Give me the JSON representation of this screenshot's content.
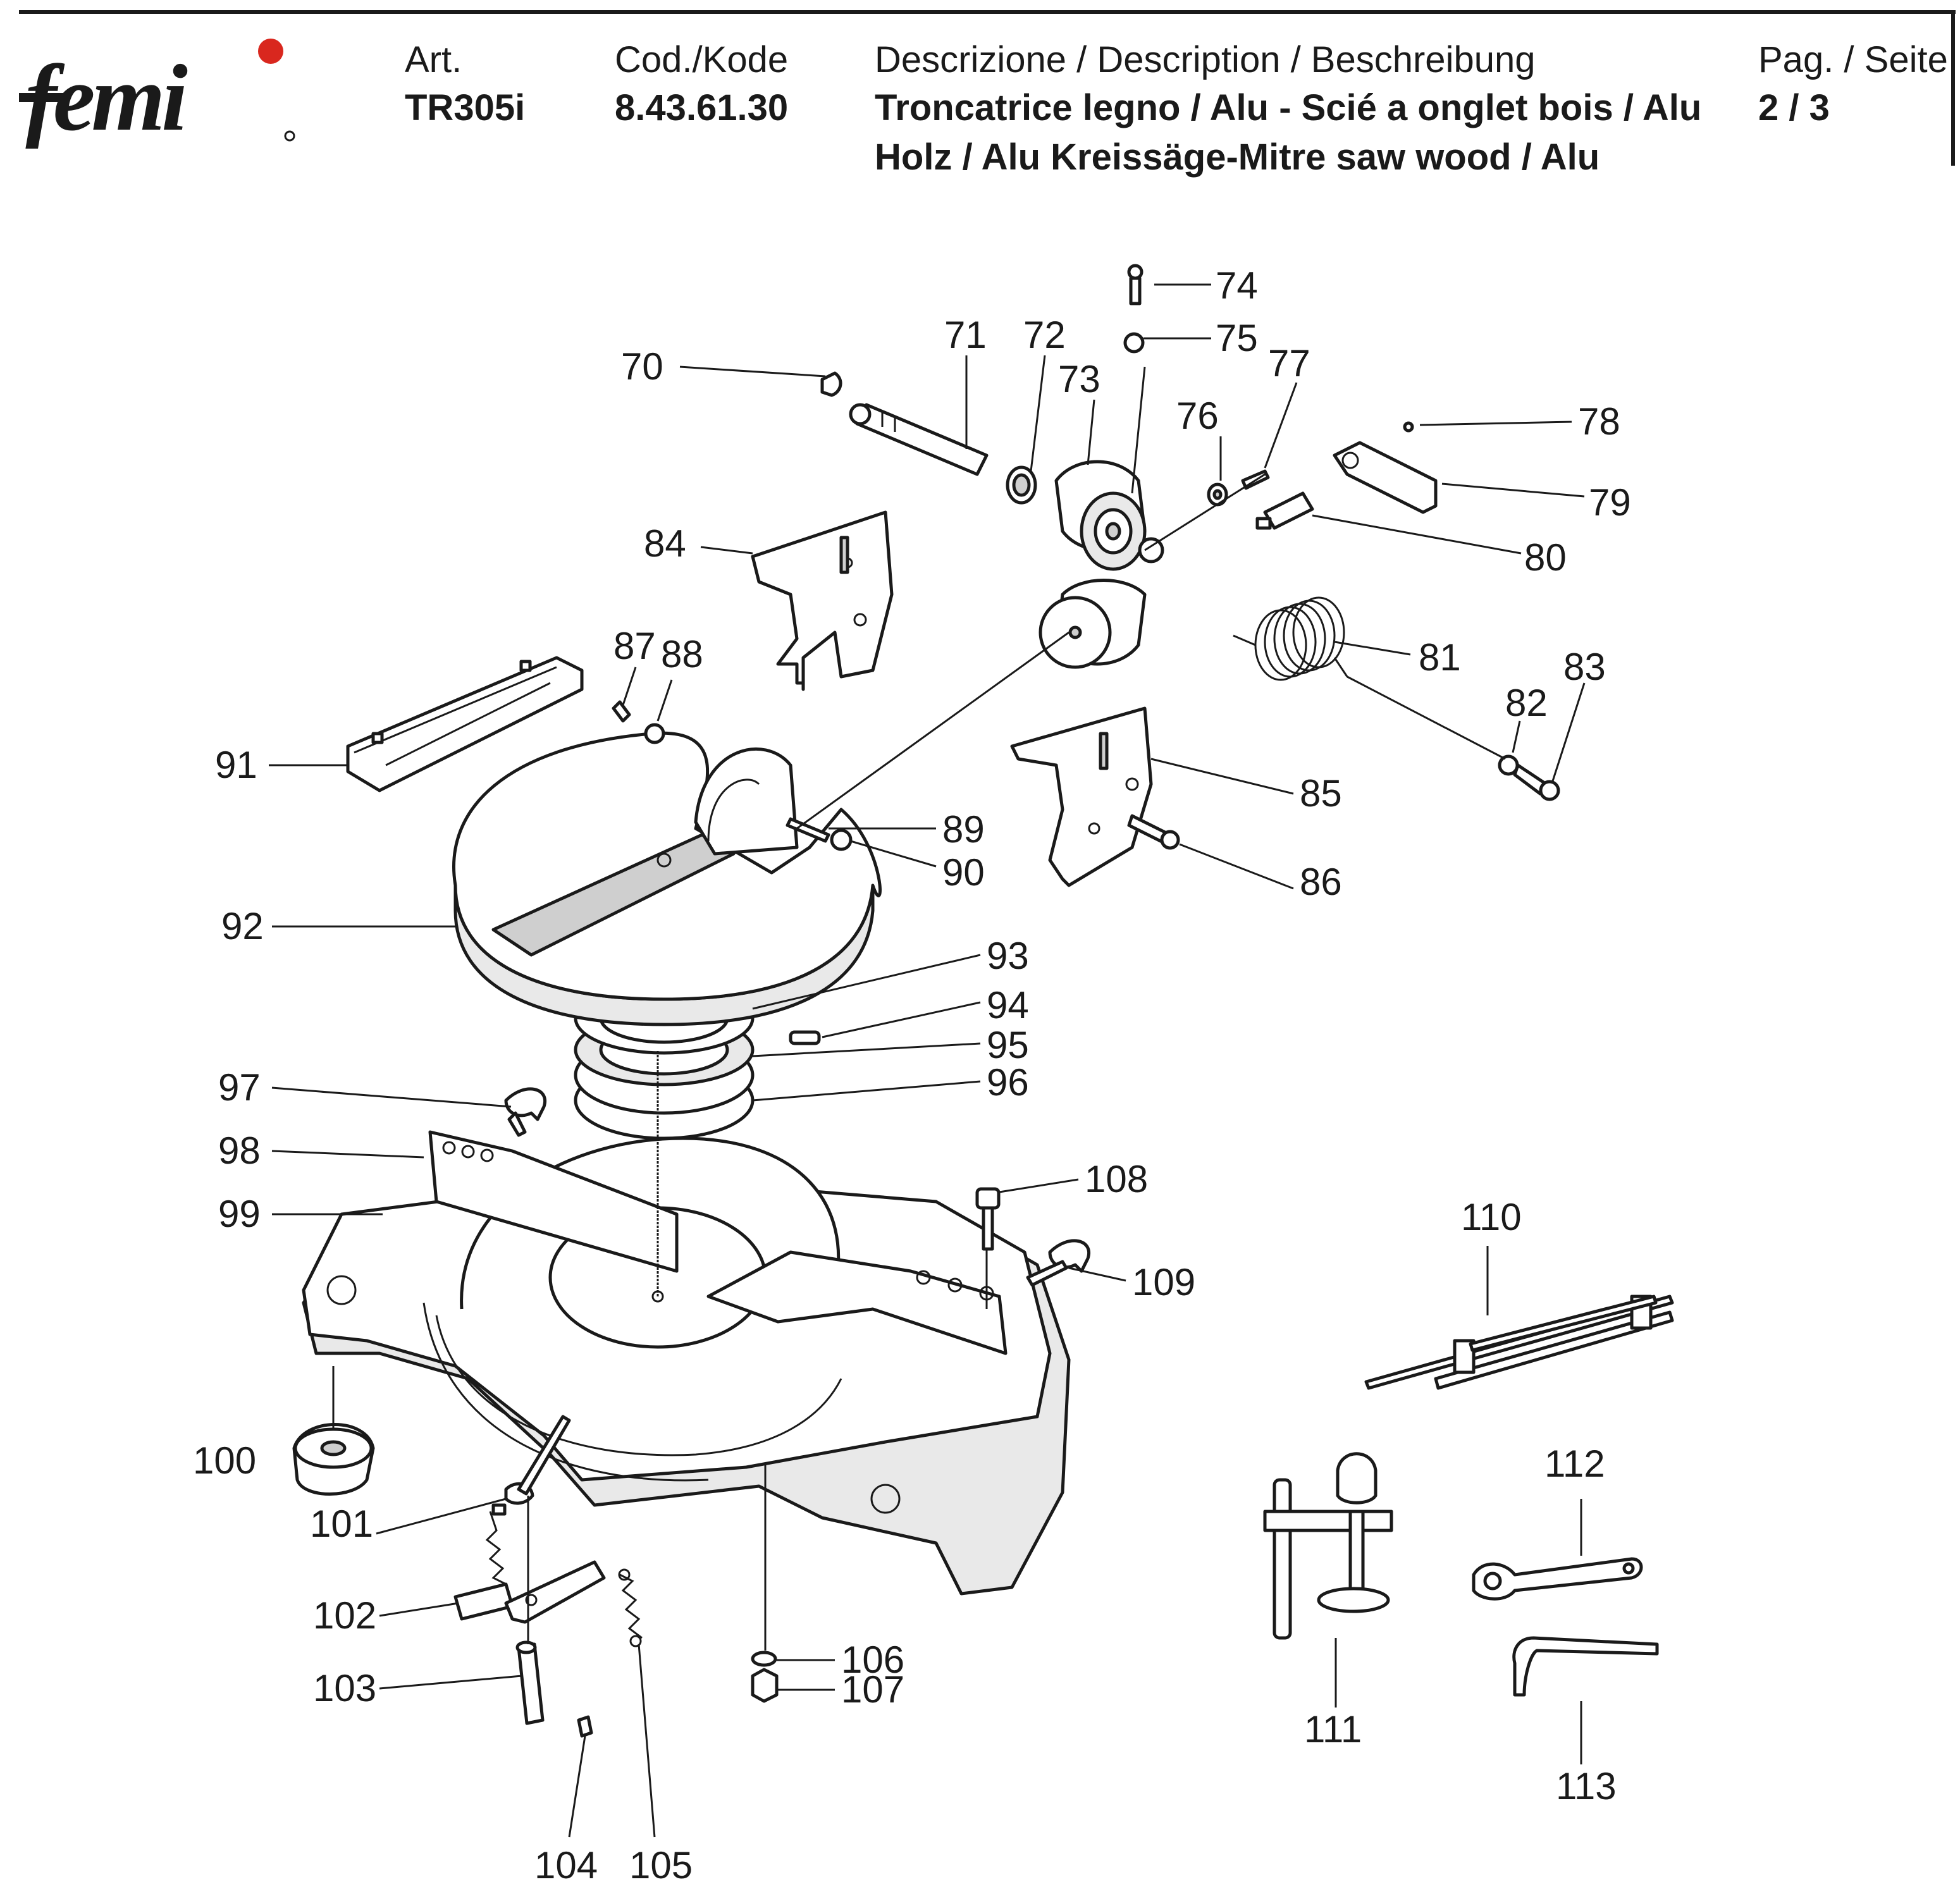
{
  "header": {
    "brand": "femi",
    "art_label": "Art.",
    "art_value": "TR305i",
    "code_label": "Cod./Kode",
    "code_value": "8.43.61.30",
    "desc_label": "Descrizione / Description / Beschreibung",
    "desc_line1": "Troncatrice legno / Alu - Scié a onglet bois / Alu",
    "desc_line2": "Holz / Alu Kreissäge-Mitre saw wood / Alu",
    "page_label": "Pag. / Seite",
    "page_value": "2 / 3"
  },
  "colors": {
    "logo_dot": "#d9271e",
    "ink": "#1a1a1a"
  },
  "callouts": {
    "p70": "70",
    "p71": "71",
    "p72": "72",
    "p73": "73",
    "p74": "74",
    "p75": "75",
    "p76": "76",
    "p77": "77",
    "p78": "78",
    "p79": "79",
    "p80": "80",
    "p81": "81",
    "p82": "82",
    "p83": "83",
    "p84": "84",
    "p85": "85",
    "p86": "86",
    "p87": "87",
    "p88": "88",
    "p89": "89",
    "p90": "90",
    "p91": "91",
    "p92": "92",
    "p93": "93",
    "p94": "94",
    "p95": "95",
    "p96": "96",
    "p97": "97",
    "p98": "98",
    "p99": "99",
    "p100": "100",
    "p101": "101",
    "p102": "102",
    "p103": "103",
    "p104": "104",
    "p105": "105",
    "p106": "106",
    "p107": "107",
    "p108": "108",
    "p109": "109",
    "p110": "110",
    "p111": "111",
    "p112": "112",
    "p113": "113"
  }
}
